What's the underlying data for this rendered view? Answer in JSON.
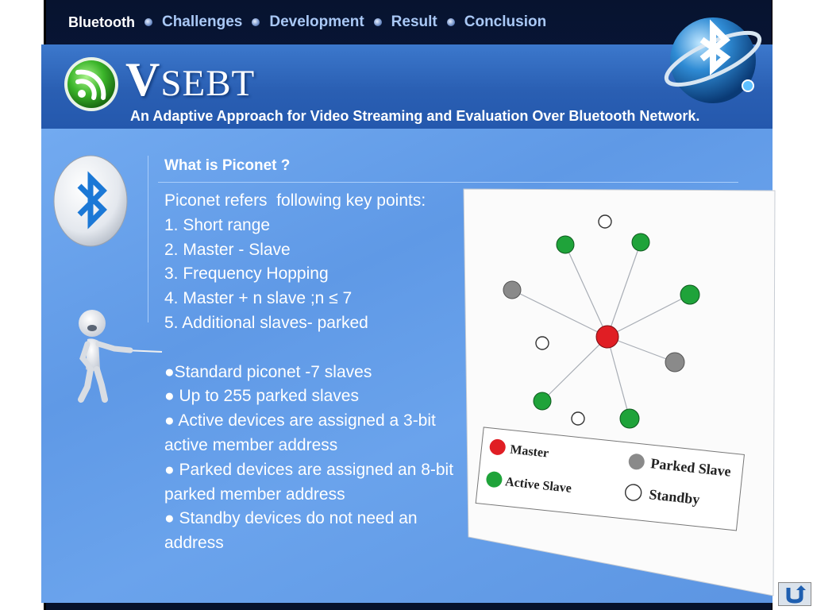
{
  "nav": {
    "items": [
      {
        "label": "Bluetooth",
        "current": true
      },
      {
        "label": "Challenges",
        "current": false
      },
      {
        "label": "Development",
        "current": false
      },
      {
        "label": "Result",
        "current": false
      },
      {
        "label": "Conclusion",
        "current": false
      }
    ]
  },
  "banner": {
    "title_initial": "V",
    "title_rest": "SEBT",
    "subtitle": "An Adaptive Approach for Video Streaming and Evaluation Over Bluetooth Network."
  },
  "content": {
    "heading": "What is Piconet ?",
    "lines": [
      "Piconet refers  following key points:",
      "1. Short range",
      "2. Master - Slave",
      "3. Frequency Hopping",
      "4. Master + n slave ;n ≤ 7",
      "5. Additional slaves- parked",
      "",
      "●Standard piconet -7 slaves",
      "● Up to 255 parked slaves",
      "● Active devices are assigned a 3-bit active member address",
      "● Parked devices are assigned an 8-bit parked member address",
      "● Standby devices do not need an address"
    ]
  },
  "legend": {
    "master": "Master",
    "active": "Active Slave",
    "parked": "Parked Slave",
    "standby": "Standby"
  },
  "colors": {
    "master": "#e01e24",
    "active": "#1fa33a",
    "parked": "#8a8a8a",
    "standby": "#ffffff"
  },
  "icons": [
    "rss-icon",
    "bluetooth-globe-icon",
    "bluetooth-egg-icon",
    "stick-figure-pointer-icon",
    "return-icon"
  ]
}
